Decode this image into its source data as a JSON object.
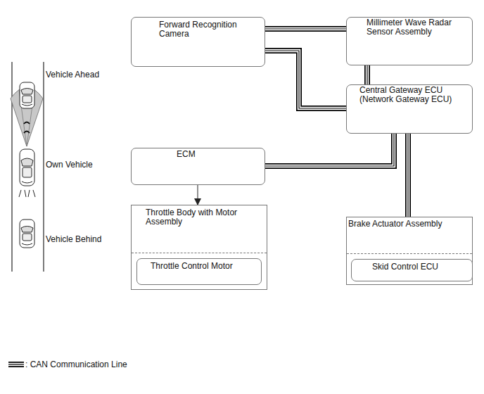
{
  "diagram": {
    "nodes": [
      {
        "text": [
          "Forward Recognition Camera"
        ]
      },
      {
        "text": [
          "Millimeter Wave Radar Sensor Assembly"
        ]
      },
      {
        "text": [
          "Central Gateway ECU (Network Gateway ECU)"
        ]
      },
      {
        "text": [
          "ECM"
        ]
      },
      {
        "text": [
          "Throttle Body with Motor Assembly"
        ]
      },
      {
        "text": [
          "Throttle Control Motor"
        ],
        "in": 4
      },
      {
        "text": [
          "Brake Actuator Assembly"
        ]
      },
      {
        "text": [
          "Skid Control ECU"
        ],
        "in": 6
      }
    ],
    "edges": [
      {
        "from": 0,
        "to": 1,
        "arrow": "none"
      },
      {
        "from": 0,
        "to": 2,
        "arrow": "none"
      },
      {
        "from": 1,
        "to": 2,
        "arrow": "none"
      },
      {
        "from": 2,
        "to": 3,
        "arrow": "none"
      },
      {
        "from": 2,
        "to": 6,
        "arrow": "none"
      },
      {
        "from": 3,
        "to": 4,
        "arrow": "to"
      }
    ],
    "labels": [
      "Vehicle Ahead",
      "Own Vehicle",
      "Vehicle Behind"
    ],
    "legend": [
      {
        "text": ": CAN Communication Line"
      }
    ]
  }
}
